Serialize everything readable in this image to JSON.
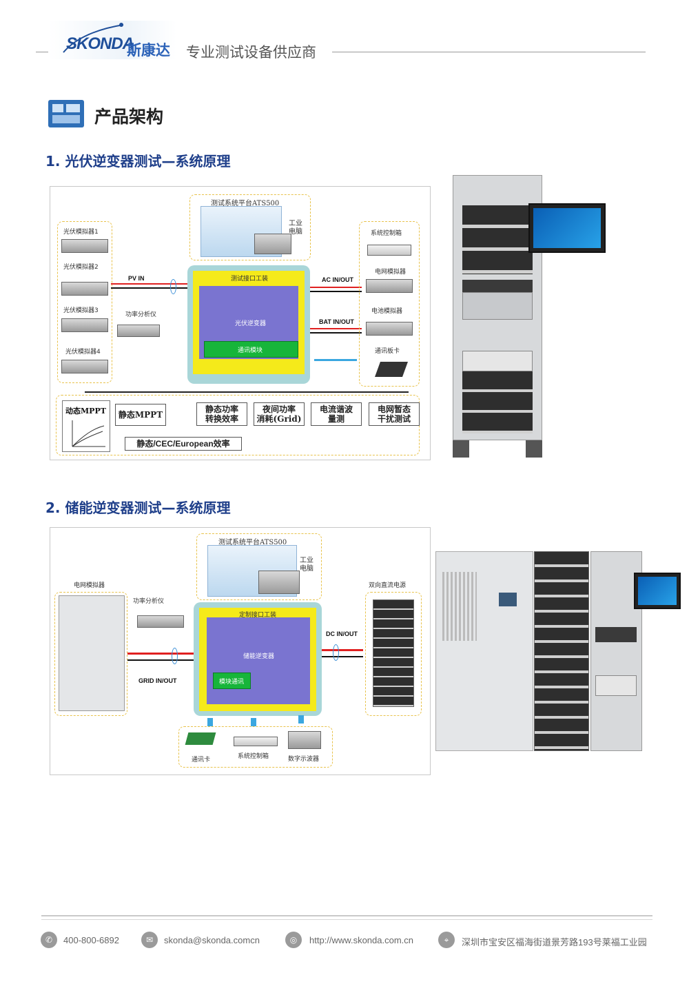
{
  "header": {
    "logo_text": "SKONDA",
    "logo_cn": "斯康达",
    "tagline": "专业测试设备供应商"
  },
  "section": {
    "title": "产品架构"
  },
  "pv": {
    "heading": "1. 光伏逆变器测试—系统原理",
    "platform_title": "测试系统平台ATS500",
    "ipc_label": "工业\n电脑",
    "sim1": "光伏模拟器1",
    "sim2": "光伏模拟器2",
    "sim3": "光伏模拟器3",
    "sim4": "光伏模拟器4",
    "pv_in": "PV IN",
    "power_analyzer": "功率分析仪",
    "fixture_title": "测试接口工装",
    "inverter": "光伏逆变器",
    "comm_module": "通讯模块",
    "ac_inout": "AC IN/OUT",
    "bat_inout": "BAT IN/OUT",
    "sys_control": "系统控制箱",
    "grid_sim": "电网模拟器",
    "battery_sim": "电池模拟器",
    "comm_card": "通讯板卡",
    "box_dynamic_mppt": "动态MPPT",
    "box_static_mppt": "静态MPPT",
    "box_static_eff": "静态功率\n转换效率",
    "box_night": "夜间功率\n消耗(Grid)",
    "box_harmonic": "电流谐波\n量测",
    "box_grid_fault": "电网暂态\n干扰测试",
    "box_cec": "静态/CEC/European效率"
  },
  "es": {
    "heading": "2. 储能逆变器测试—系统原理",
    "platform_title": "测试系统平台ATS500",
    "ipc_label": "工业\n电脑",
    "grid_sim": "电网模拟器",
    "power_analyzer": "功率分析仪",
    "fixture_title": "定制接口工装",
    "inverter": "储能逆变器",
    "comm_module": "模块通讯",
    "grid_inout": "GRID  IN/OUT",
    "dc_inout": "DC IN/OUT",
    "bidir_dc": "双向直流电源",
    "comm_card": "通讯卡",
    "sys_control": "系统控制箱",
    "oscilloscope": "数字示波器"
  },
  "footer": {
    "phone": "400-800-6892",
    "email": "skonda@skonda.comcn",
    "web": "http://www.skonda.com.cn",
    "address": "深圳市宝安区福海街道景芳路193号莱福工业园"
  },
  "colors": {
    "brand_blue": "#1f3f8a",
    "fixture_yellow": "#f5ea1a",
    "inverter_purple": "#7a74d0",
    "module_green": "#17b53a",
    "frame_teal": "#a9d6d8"
  }
}
